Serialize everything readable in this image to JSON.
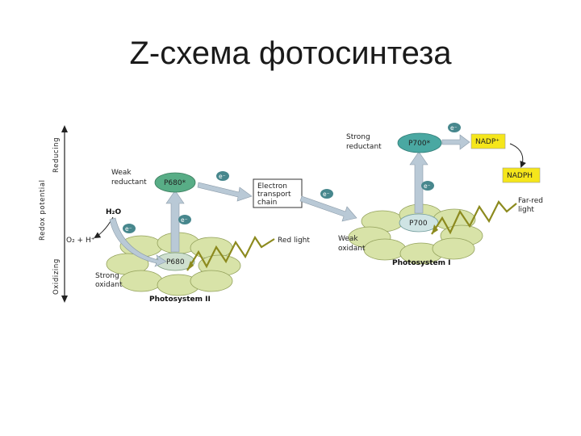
{
  "title": "Z-схема фотосинтеза",
  "axis": {
    "top": "Reducing",
    "middle": "Redox potential",
    "bottom": "Oxidizing"
  },
  "ps2": {
    "excited": "P680*",
    "ground": "P680",
    "name": "Photosystem II",
    "weak_reductant": [
      "Weak",
      "reductant"
    ],
    "strong_oxidant": [
      "Strong",
      "oxidant"
    ],
    "light": "Red light",
    "water": "H₂O",
    "oxygen": "O₂ + H⁺"
  },
  "etc": [
    "Electron",
    "transport",
    "chain"
  ],
  "ps1": {
    "excited": "P700*",
    "ground": "P700",
    "name": "Photosystem I",
    "strong_reductant": [
      "Strong",
      "reductant"
    ],
    "weak_oxidant": [
      "Weak",
      "oxidant"
    ],
    "light": [
      "Far-red",
      "light"
    ]
  },
  "nadp": "NADP⁺",
  "nadph": "NADPH",
  "electron": "e⁻",
  "colors": {
    "leaf": "#d8e3a8",
    "leaf_stroke": "#93a15b",
    "p680_excited": "#58ad86",
    "p700_excited": "#4aa8a2",
    "arrow_fill": "#b9c9d6",
    "badge": "#47878d",
    "light": "#8c8a1e",
    "nadp_box": "#f5e61b"
  }
}
